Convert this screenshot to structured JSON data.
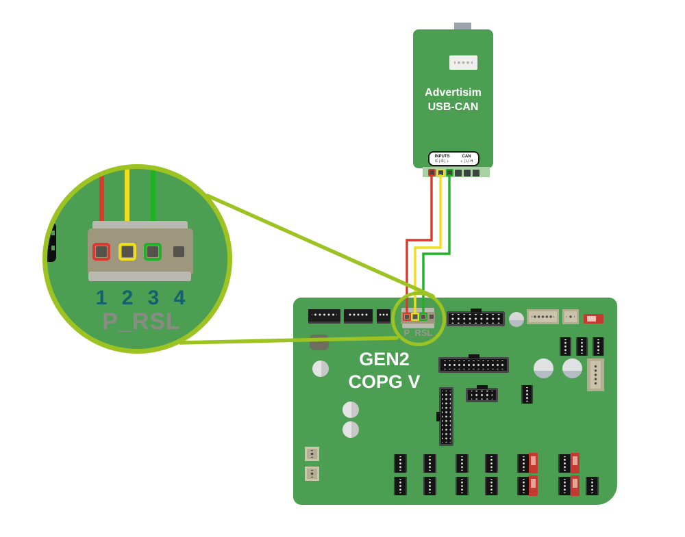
{
  "device": {
    "name_line1": "Advertisim",
    "name_line2": "USB-CAN",
    "terminal_label": {
      "inputs_title": "INPUTS",
      "inputs_pins": "I1 | I0 | ⊥",
      "can_title": "CAN",
      "can_pins": "⊥ | L | H"
    }
  },
  "board": {
    "name_line1": "GEN2",
    "name_line2": "COPG V",
    "connector_label": "P_RSL"
  },
  "callout": {
    "pin_numbers": [
      "1",
      "2",
      "3",
      "4"
    ],
    "connector_label": "P_RSL"
  },
  "wires": {
    "red": "#d93a2d",
    "yellow": "#eede1d",
    "green": "#20b226"
  },
  "colors": {
    "pcb_green": "#4c9e53",
    "highlight_green": "#9cc322",
    "terminal_strip_green": "#a9d2a3",
    "pin_number_teal": "#14616e",
    "label_gray": "#8b8b86"
  }
}
